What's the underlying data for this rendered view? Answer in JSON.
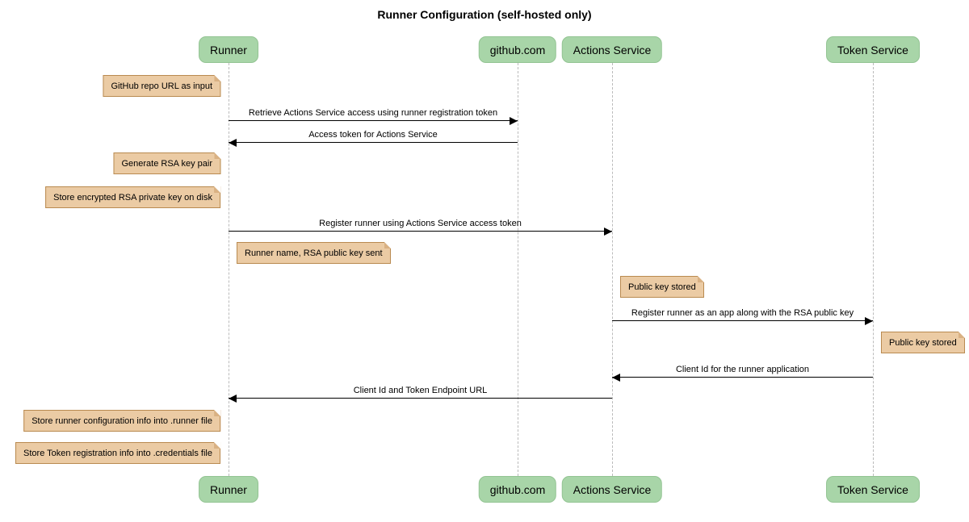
{
  "title": "Runner Configuration (self-hosted only)",
  "diagram_type": "sequence",
  "colors": {
    "background": "#ffffff",
    "participant_fill": "#a8d5a8",
    "participant_border": "#93c493",
    "note_fill": "#ebcba4",
    "note_border": "#b98a50",
    "lifeline": "#bbbbbb",
    "arrow": "#000000",
    "text": "#000000"
  },
  "participants": [
    {
      "name": "Runner"
    },
    {
      "name": "github.com"
    },
    {
      "name": "Actions Service"
    },
    {
      "name": "Token Service"
    }
  ],
  "messages": [
    {
      "from": "Runner",
      "to": "github.com",
      "direction": "right",
      "text": "Retrieve Actions Service access using runner registration token"
    },
    {
      "from": "github.com",
      "to": "Runner",
      "direction": "left",
      "text": "Access token for Actions Service"
    },
    {
      "from": "Runner",
      "to": "Actions Service",
      "direction": "right",
      "text": "Register runner using Actions Service access token"
    },
    {
      "from": "Actions Service",
      "to": "Token Service",
      "direction": "right",
      "text": "Register runner as an app along with the RSA public key"
    },
    {
      "from": "Token Service",
      "to": "Actions Service",
      "direction": "left",
      "text": "Client Id for the runner application"
    },
    {
      "from": "Actions Service",
      "to": "Runner",
      "direction": "left",
      "text": "Client Id and Token Endpoint URL"
    }
  ],
  "notes": [
    {
      "anchor": "Runner",
      "side": "left",
      "text": "GitHub repo URL as input"
    },
    {
      "anchor": "Runner",
      "side": "left",
      "text": "Generate RSA key pair"
    },
    {
      "anchor": "Runner",
      "side": "left",
      "text": "Store encrypted RSA private key on disk"
    },
    {
      "anchor": "Runner",
      "side": "right",
      "text": "Runner name, RSA public key sent"
    },
    {
      "anchor": "Actions Service",
      "side": "right",
      "text": "Public key stored"
    },
    {
      "anchor": "Token Service",
      "side": "right",
      "text": "Public key stored"
    },
    {
      "anchor": "Runner",
      "side": "left",
      "text": "Store runner configuration info into .runner file"
    },
    {
      "anchor": "Runner",
      "side": "left",
      "text": "Store Token registration info into .credentials file"
    }
  ]
}
